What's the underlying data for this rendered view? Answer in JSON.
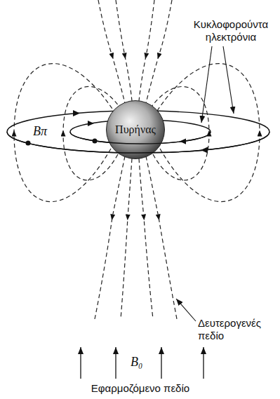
{
  "diagram": {
    "nodes": [
      {
        "text": [
          "Πυρήνας"
        ]
      }
    ],
    "labels": [
      "Κυκλοφορούντα ηλεκτρόνια",
      "Bπ",
      "Δευτερογενές πεδίο",
      "B₀",
      "Εφαρμοζόμενο πεδίο"
    ]
  }
}
